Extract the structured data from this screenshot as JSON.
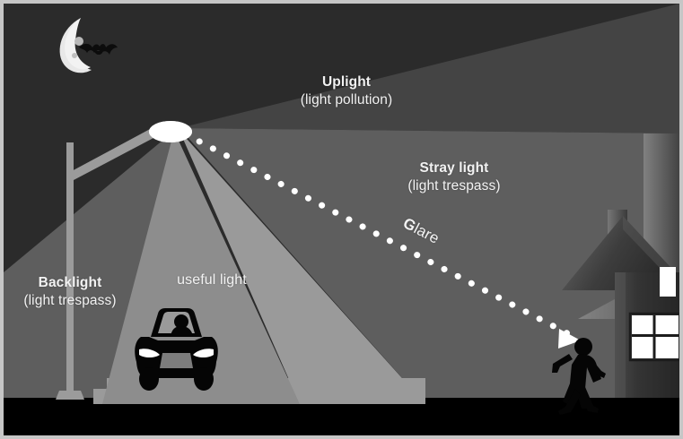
{
  "diagram": {
    "title": "Street lighting light pollution diagram",
    "labels": {
      "uplight": {
        "line1_bold": "U",
        "line1_rest": "plight",
        "line2": "(light pollution)"
      },
      "stray": {
        "line1": "Stray light",
        "line2": "(light trespass)"
      },
      "backlight": {
        "line1_bold": "B",
        "line1_rest": "acklight",
        "line2": "(light trespass)"
      },
      "useful": {
        "line1": "useful light"
      },
      "glare": {
        "line1_bold": "G",
        "line1_rest": "lare"
      }
    },
    "objects": {
      "moon": "crescent-moon",
      "bat": "bat-silhouette",
      "streetlight": "street-lamp",
      "lamp_head": "lamp-luminaire",
      "car": "car-front-with-driver",
      "house": "house-with-lit-windows",
      "person": "pedestrian-walking",
      "glare_ray": "dotted-arrow-ray"
    },
    "colors": {
      "sky_night": "#2b2b2b",
      "uplight_cone": "#444444",
      "stray_light": "#5e5e5e",
      "backlight_cone": "#5e5e5e",
      "useful_light": "#8d8d8d",
      "road": "#9a9a9a",
      "ground": "#000000",
      "lamp_glow": "#ffffff",
      "frame": "#c6c6c6",
      "house_dark": "#303030",
      "window_lit": "#ffffff",
      "text": "#f2f2f2"
    }
  }
}
